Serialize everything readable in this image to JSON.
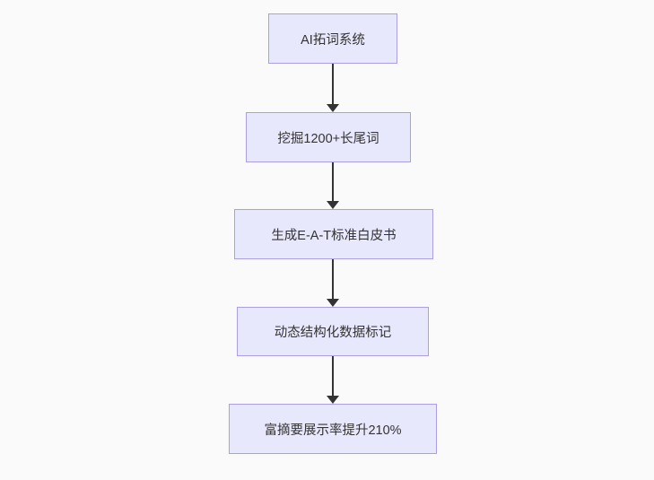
{
  "page": {
    "background_color": "#fafafa"
  },
  "diagram": {
    "type": "flowchart",
    "direction": "top-down",
    "colors": {
      "node_fill": "#e8e8fc",
      "node_border": "#ab9fe1",
      "node_text": "#333333",
      "arrow": "#333333"
    },
    "nodes": [
      {
        "id": "node-1",
        "label": "AI拓词系统"
      },
      {
        "id": "node-2",
        "label": "挖掘1200+长尾词"
      },
      {
        "id": "node-3",
        "label": "生成E-A-T标准白皮书"
      },
      {
        "id": "node-4",
        "label": "动态结构化数据标记"
      },
      {
        "id": "node-5",
        "label": "富摘要展示率提升210%"
      }
    ],
    "edges": [
      {
        "from": "node-1",
        "to": "node-2",
        "style": "arrow-down"
      },
      {
        "from": "node-2",
        "to": "node-3",
        "style": "arrow-down"
      },
      {
        "from": "node-3",
        "to": "node-4",
        "style": "arrow-down"
      },
      {
        "from": "node-4",
        "to": "node-5",
        "style": "arrow-down"
      }
    ]
  }
}
